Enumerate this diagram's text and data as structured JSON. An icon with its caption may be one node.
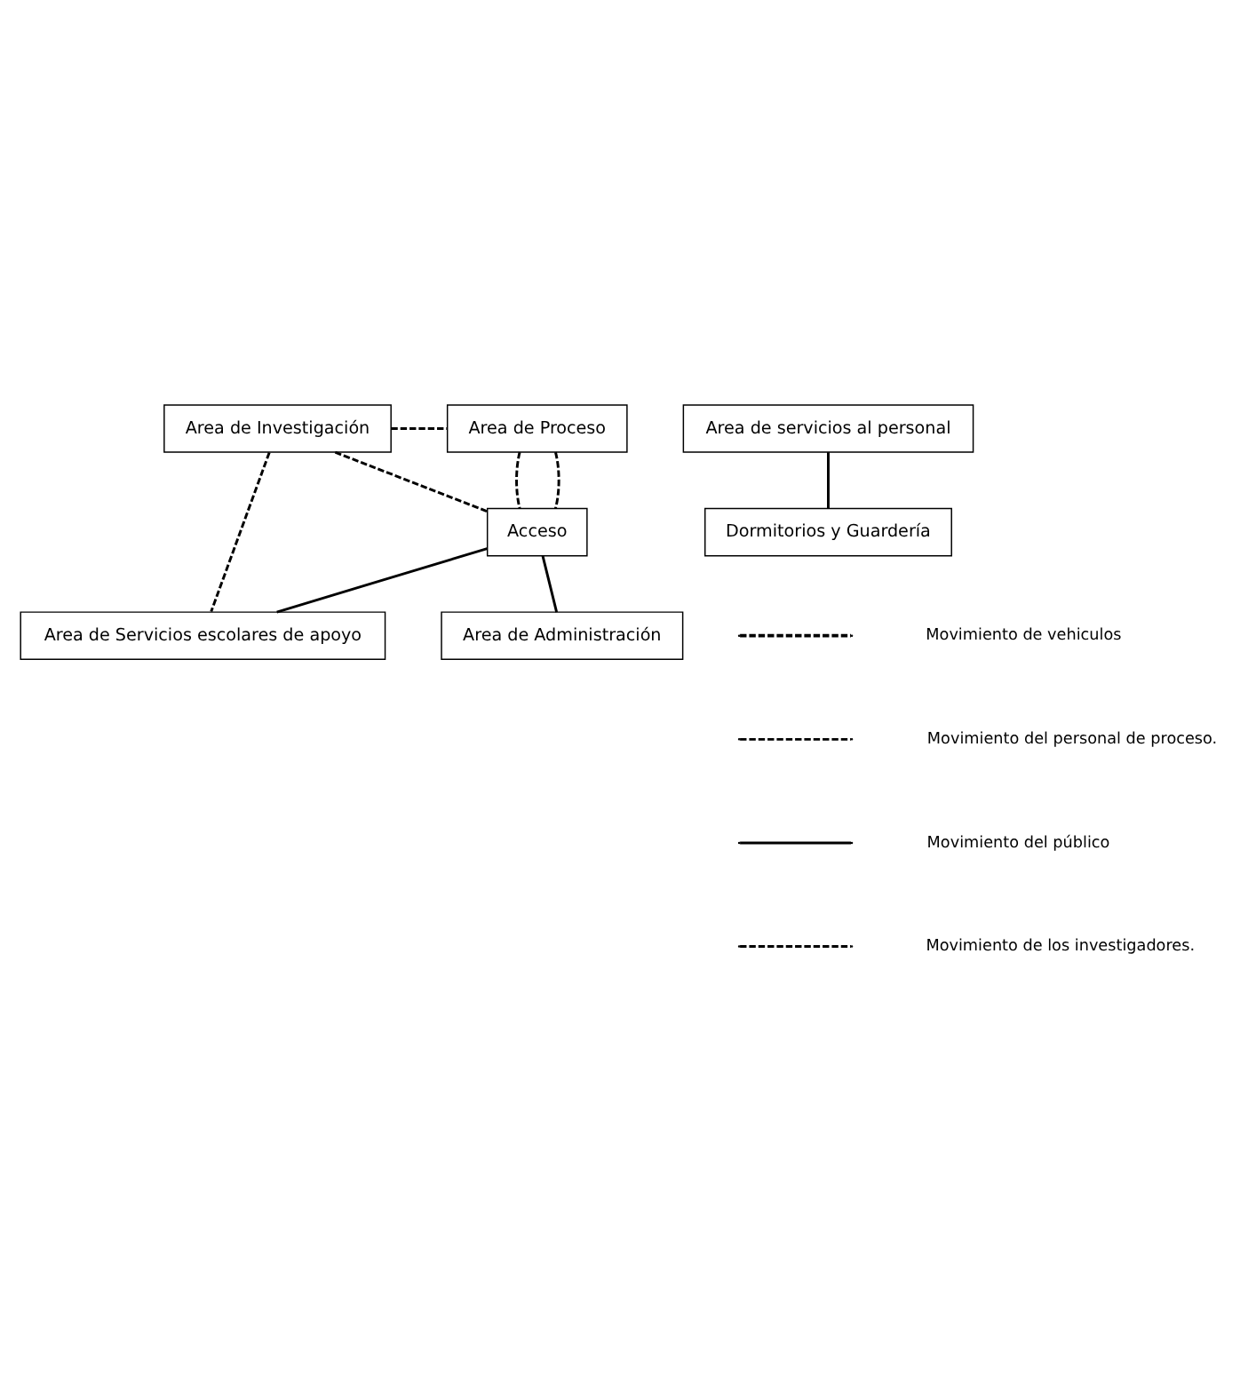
{
  "diagram": {
    "nodes": [
      {
        "text": [
          "Area de Investigación"
        ]
      },
      {
        "text": [
          "Area de Proceso"
        ]
      },
      {
        "text": [
          "Area de Administración"
        ]
      },
      {
        "text": [
          "Area de Servicios escolares de apoyo"
        ]
      },
      {
        "text": [
          "Area de servicios al personal"
        ]
      },
      {
        "text": [
          "Dormitorios y Guardería"
        ]
      },
      {
        "text": [
          "Acceso"
        ]
      }
    ],
    "edges": [
      {
        "from": 0,
        "to": 1,
        "arrow": "none",
        "style": "dashed"
      },
      {
        "from": 0,
        "to": 6,
        "arrow": "none",
        "style": "dashed"
      },
      {
        "from": 0,
        "to": 3,
        "arrow": "none",
        "style": "dashed"
      },
      {
        "from": 6,
        "to": 2,
        "arrow": "none"
      },
      {
        "from": 6,
        "to": 3,
        "arrow": "none"
      },
      {
        "from": 4,
        "to": 5,
        "arrow": "none"
      },
      {
        "from": 1,
        "to": 6,
        "arrow": "none",
        "style": "dashed"
      },
      {
        "from": 1,
        "to": 6,
        "arrow": "none",
        "style": "dashed"
      }
    ],
    "legend": [
      {
        "text": "Movimiento de vehiculos"
      },
      {
        "text": "Movimiento del personal de proceso."
      },
      {
        "text": "Movimiento del público"
      },
      {
        "text": "Movimiento de los investigadores."
      }
    ]
  }
}
